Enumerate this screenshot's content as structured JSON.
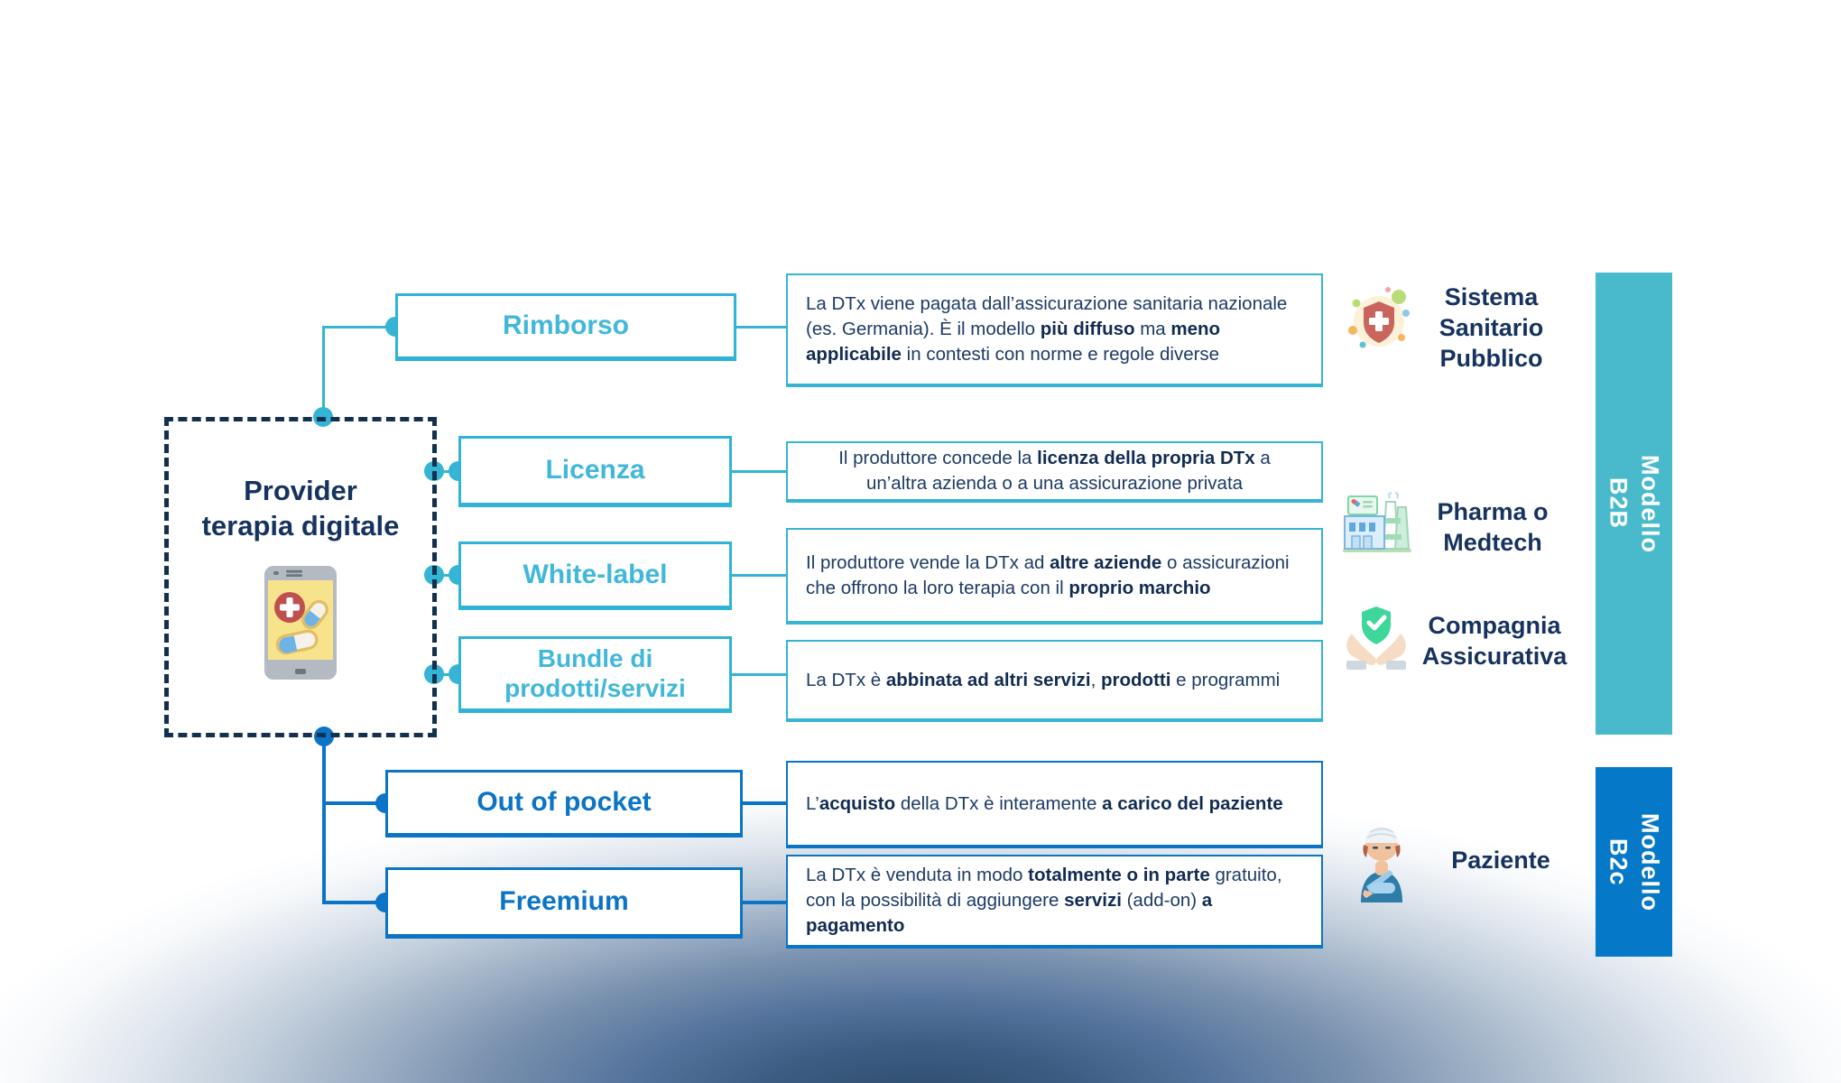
{
  "colors": {
    "teal_line": "#35b4d4",
    "teal_label_text": "#41b8da",
    "teal_bar": "#48bacc",
    "blue_accent": "#0b74c6",
    "blue_bar": "#0678c8",
    "navy_text": "#16325e",
    "navy_dashed_border": "#14304f"
  },
  "provider": {
    "label": "Provider\nterapia digitale",
    "icon": "medical-app-phone-icon"
  },
  "models": [
    {
      "label": "Rimborso",
      "description": [
        {
          "t": "La DTx viene pagata dall’assicurazione sanitaria nazionale (es. Germania). È il modello ",
          "b": false
        },
        {
          "t": "più diffuso",
          "b": true
        },
        {
          "t": " ma ",
          "b": false
        },
        {
          "t": "meno applicabile",
          "b": true
        },
        {
          "t": " in contesti con norme e regole diverse",
          "b": false
        }
      ]
    },
    {
      "label": "Licenza",
      "description": [
        {
          "t": "Il produttore concede la ",
          "b": false
        },
        {
          "t": "licenza della propria DTx",
          "b": true
        },
        {
          "t": " a un’altra azienda o a una assicurazione privata",
          "b": false
        }
      ]
    },
    {
      "label": "White-label",
      "description": [
        {
          "t": "Il produttore vende la DTx ad ",
          "b": false
        },
        {
          "t": "altre aziende",
          "b": true
        },
        {
          "t": " o assicurazioni che offrono la loro terapia con il ",
          "b": false
        },
        {
          "t": "proprio marchio",
          "b": true
        }
      ]
    },
    {
      "label": "Bundle di\nprodotti/servizi",
      "description": [
        {
          "t": "La DTx è ",
          "b": false
        },
        {
          "t": "abbinata ad altri servizi",
          "b": true
        },
        {
          "t": ", ",
          "b": false
        },
        {
          "t": "prodotti",
          "b": true
        },
        {
          "t": " e programmi",
          "b": false
        }
      ]
    },
    {
      "label": "Out of pocket",
      "description": [
        {
          "t": "L’",
          "b": false
        },
        {
          "t": "acquisto",
          "b": true
        },
        {
          "t": " della DTx è interamente ",
          "b": false
        },
        {
          "t": "a carico del paziente",
          "b": true
        }
      ]
    },
    {
      "label": "Freemium",
      "description": [
        {
          "t": "La DTx è venduta in modo ",
          "b": false
        },
        {
          "t": "totalmente o in parte",
          "b": true
        },
        {
          "t": " gratuito, con la possibilità di aggiungere ",
          "b": false
        },
        {
          "t": "servizi",
          "b": true
        },
        {
          "t": " (add-on) ",
          "b": false
        },
        {
          "t": "a pagamento",
          "b": true
        }
      ]
    }
  ],
  "stakeholders": [
    {
      "label": "Sistema\nSanitario\nPubblico",
      "icon": "medical-shield-icon"
    },
    {
      "label": "Pharma o\nMedtech",
      "icon": "factory-icon"
    },
    {
      "label": "Compagnia\nAssicurativa",
      "icon": "shield-hands-icon"
    },
    {
      "label": "Paziente",
      "icon": "patient-icon"
    }
  ],
  "bars": [
    {
      "label": "Modello\nB2B",
      "color": "#48bacc"
    },
    {
      "label": "Modello\nB2c",
      "color": "#0678c8"
    }
  ]
}
